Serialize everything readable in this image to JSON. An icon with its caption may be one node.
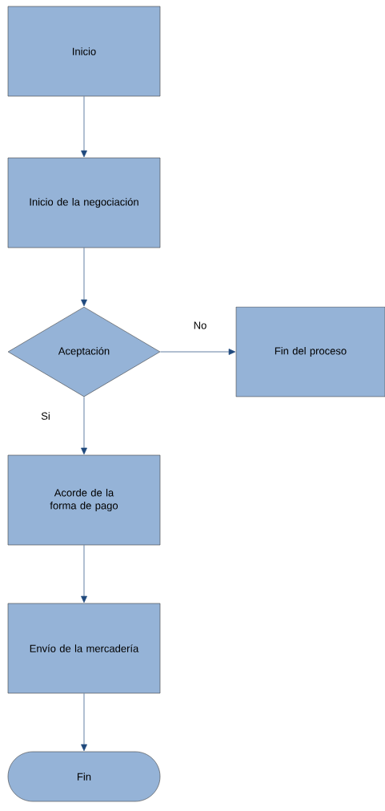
{
  "diagram": {
    "nodes": [
      {
        "text": [
          "Inicio"
        ]
      },
      {
        "text": [
          "Inicio de la negociación"
        ]
      },
      {
        "text": [
          "Aceptación"
        ]
      },
      {
        "text": [
          "Fin del proceso"
        ]
      },
      {
        "text": [
          "Acorde de la forma de pago"
        ]
      },
      {
        "text": [
          "Envío de la mercadería"
        ]
      },
      {
        "text": [
          "Fin"
        ]
      }
    ],
    "edges": [
      {
        "from": 0,
        "to": 1,
        "arrow": "to"
      },
      {
        "from": 1,
        "to": 2,
        "arrow": "to"
      },
      {
        "from": 2,
        "to": 3,
        "arrow": "to",
        "label": "No"
      },
      {
        "from": 2,
        "to": 4,
        "arrow": "to",
        "label": "Si"
      },
      {
        "from": 4,
        "to": 5,
        "arrow": "to"
      },
      {
        "from": 5,
        "to": 6,
        "arrow": "to"
      }
    ]
  }
}
